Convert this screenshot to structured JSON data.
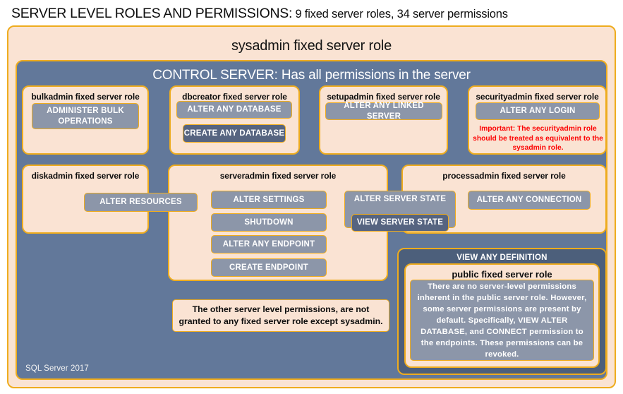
{
  "title": {
    "strong": "SERVER LEVEL ROLES AND PERMISSIONS:",
    "sub": " 9 fixed server roles, 34 server permissions"
  },
  "sysadmin": {
    "label": "sysadmin fixed server role"
  },
  "control_server": {
    "label": "CONTROL SERVER: Has all permissions in the server",
    "version_label": "SQL Server 2017"
  },
  "roles": {
    "bulkadmin": {
      "label": "bulkadmin  fixed server role",
      "permissions": [
        "ADMINISTER  BULK OPERATIONS"
      ]
    },
    "dbcreator": {
      "label": "dbcreator fixed server role",
      "permissions": [
        "ALTER ANY DATABASE",
        "CREATE  ANY DATABASE"
      ]
    },
    "setupadmin": {
      "label": "setupadmin fixed server role",
      "permissions": [
        "ALTER ANY LINKED SERVER"
      ]
    },
    "securityadmin": {
      "label": "securityadmin  fixed server role",
      "permissions": [
        "ALTER ANY LOGIN"
      ],
      "warning": "Important:  The securityadmin role should  be treated as equivalent to the  sysadmin role."
    },
    "diskadmin": {
      "label": "diskadmin  fixed server role",
      "permissions": [
        "ALTER RESOURCES"
      ]
    },
    "serveradmin": {
      "label": "serveradmin fixed server role",
      "permissions": [
        "ALTER SETTINGS",
        "SHUTDOWN",
        "ALTER ANY ENDPOINT",
        "CREATE  ENDPOINT",
        "ALTER SERVER  STATE",
        "VIEW SERVER  STATE"
      ]
    },
    "processadmin": {
      "label": "processadmin fixed server role",
      "permissions": [
        "ALTER ANY CONNECTION"
      ]
    },
    "public": {
      "view_any_definition": "VIEW ANY DEFINITION",
      "label": "public  fixed server role",
      "note": "There are no server-level permissions inherent in the public server role. However, some server permissions are present by default. Specifically, VIEW ALTER DATABASE, and CONNECT permission to the endpoints. These permissions can be revoked."
    }
  },
  "notes": {
    "other_permissions": "The other server level permissions,  are not granted to any fixed server role except sysadmin."
  },
  "colors": {
    "peach_fill": "#fae3d3",
    "gold_border": "#eeac1e",
    "slate_panel": "#62789a",
    "permission_fill": "#8c96a9",
    "permission_dark_fill": "#566480",
    "public_outer_fill": "#4c5f7b",
    "warning_text": "#fc0404"
  }
}
